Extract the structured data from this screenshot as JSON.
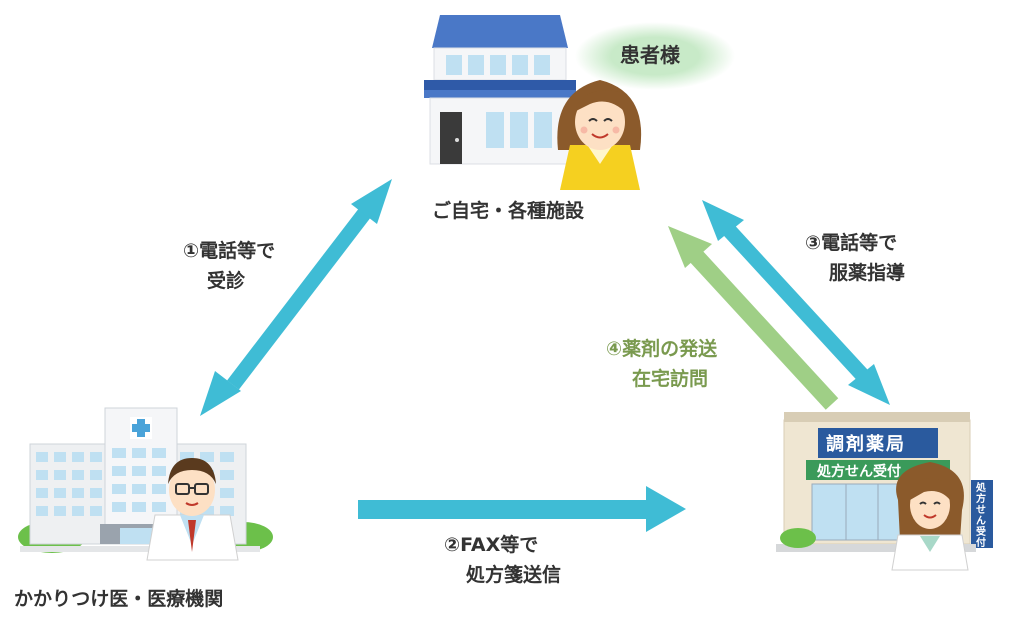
{
  "nodes": {
    "patient_home": {
      "label": "ご自宅・各種施設",
      "badge": "患者様"
    },
    "clinic": {
      "label": "かかりつけ医・医療機関"
    },
    "pharmacy": {
      "sign": "調剤薬局",
      "sub_sign": "処方せん受付",
      "side_sign": "処方せん受付"
    }
  },
  "steps": [
    {
      "num": "①",
      "lines": [
        "電話等で",
        "受診"
      ]
    },
    {
      "num": "②",
      "lines": [
        "FAX等で",
        "処方箋送信"
      ]
    },
    {
      "num": "③",
      "lines": [
        "電話等で",
        "服薬指導"
      ]
    },
    {
      "num": "④",
      "lines": [
        "薬剤の発送",
        "在宅訪問"
      ]
    }
  ],
  "colors": {
    "arrow_blue": "#3fbcd5",
    "arrow_green": "#9fcf86",
    "label_text": "#333333",
    "step4_text": "#7a9a4f",
    "badge_fill": "#c8eac8",
    "roof": "#4a78c7",
    "pharmacy_sign": "#2a5a9e",
    "pharmacy_sub": "#3a9a5a",
    "clinic_cross": "#4aa3d9"
  }
}
